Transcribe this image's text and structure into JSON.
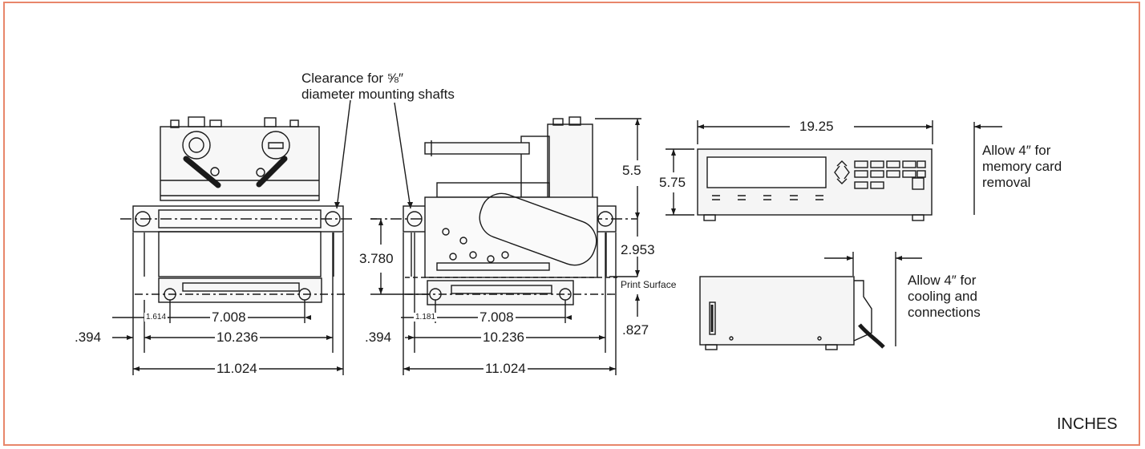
{
  "callout": {
    "line1": "Clearance for ⅝″",
    "line2": "diameter mounting shafts"
  },
  "front_view": {
    "dim_1614": "1.614",
    "dim_7008": "7.008",
    "dim_394": ".394",
    "dim_10236": "10.236",
    "dim_11024": "11.024"
  },
  "side_view": {
    "dim_55": "5.5",
    "dim_3780": "3.780",
    "dim_2953": "2.953",
    "print_surface": "Print Surface",
    "dim_1181": "1.181",
    "dim_7008": "7.008",
    "dim_394": ".394",
    "dim_10236": "10.236",
    "dim_827": ".827",
    "dim_11024": "11.024"
  },
  "controller_front": {
    "dim_width": "19.25",
    "dim_height": "5.75",
    "note_line1": "Allow 4″ for",
    "note_line2": "memory card",
    "note_line3": "removal"
  },
  "controller_side": {
    "note_line1": "Allow 4″ for",
    "note_line2": "cooling and",
    "note_line3": "connections"
  },
  "units": "INCHES",
  "colors": {
    "border": "#e8866a",
    "ink": "#1a1a1a"
  }
}
